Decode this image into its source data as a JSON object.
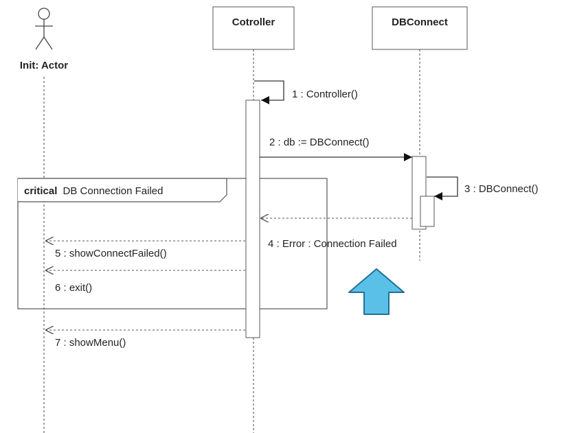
{
  "actor": {
    "label": "Init: Actor"
  },
  "lifelines": [
    {
      "label": "Cotroller"
    },
    {
      "label": "DBConnect"
    }
  ],
  "messages": [
    {
      "label": "1 : Controller()"
    },
    {
      "label": "2 : db := DBConnect()"
    },
    {
      "label": "3 : DBConnect()"
    },
    {
      "label": "4 : Error : Connection Failed"
    },
    {
      "label": "5 : showConnectFailed()"
    },
    {
      "label": "6 : exit()"
    },
    {
      "label": "7 : showMenu()"
    }
  ],
  "fragment": {
    "operator": "critical",
    "guard": "DB Connection Failed"
  },
  "colors": {
    "line": "#333333",
    "highlight_arrow_fill": "#5bc0e8",
    "highlight_arrow_stroke": "#1f6f95"
  },
  "highlight_arrow": {
    "icon": "up-arrow-icon",
    "direction": "up"
  }
}
